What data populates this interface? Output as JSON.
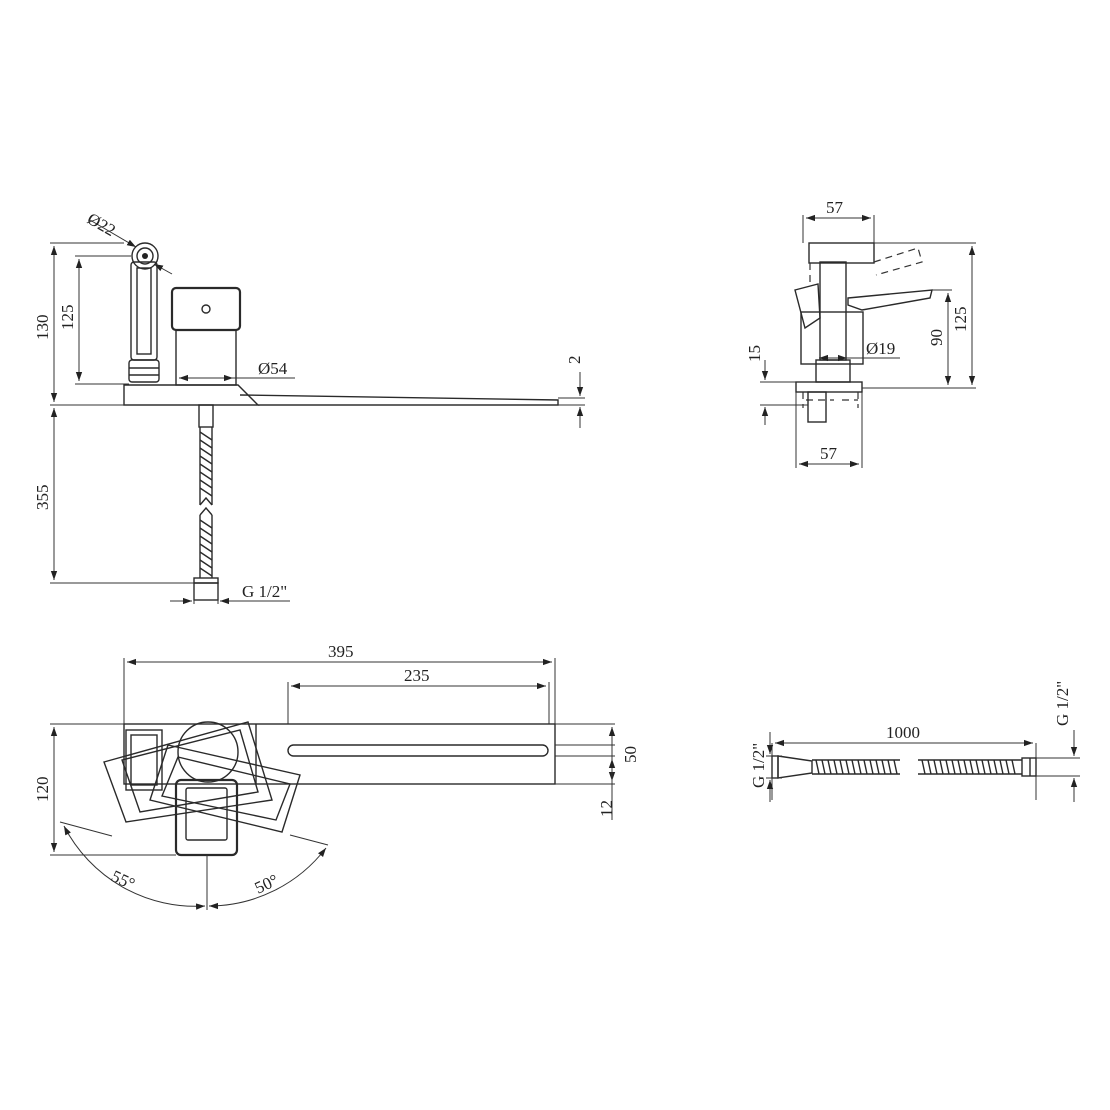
{
  "side_view": {
    "d_hand_shower": "Ø22",
    "h_total": "130",
    "h_shower": "125",
    "d_body": "Ø54",
    "spout_thickness": "2",
    "hose_length": "355",
    "thread": "G 1/2\""
  },
  "front_view": {
    "w_top": "57",
    "h_total": "125",
    "h_lever": "90",
    "h_base": "15",
    "d_stem": "Ø19",
    "w_bottom": "57"
  },
  "top_view": {
    "l_total": "395",
    "l_spout": "235",
    "w_spout": "50",
    "w_total": "120",
    "offset": "12",
    "angle_left": "55°",
    "angle_right": "50°"
  },
  "hose_view": {
    "length": "1000",
    "thread_left": "G 1/2\"",
    "thread_right": "G 1/2\""
  }
}
